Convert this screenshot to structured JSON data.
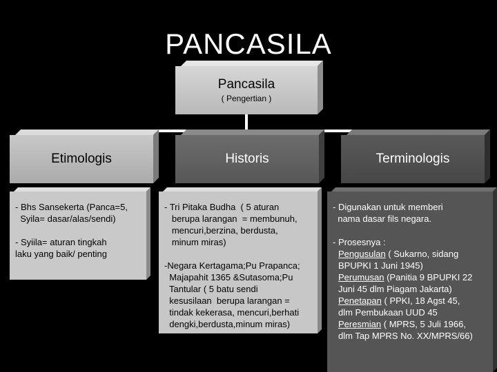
{
  "title": "PANCASILA",
  "root": {
    "label": "Pancasila",
    "sublabel": "( Pengertian )"
  },
  "categories": [
    {
      "label": "Etimologis"
    },
    {
      "label": "Historis"
    },
    {
      "label": "Terminologis"
    }
  ],
  "etimologis": {
    "l1": "- Bhs Sansekerta (Panca=5,",
    "l2": "  Syila= dasar/alas/sendi)",
    "l3": "- Syiila= aturan tingkah",
    "l4": "laku yang baik/ penting"
  },
  "historis": {
    "l1": "- Tri Pitaka Budha  ( 5 aturan",
    "l2": "   berupa larangan  = membunuh,",
    "l3": "   mencuri,berzina, berdusta,",
    "l4": "   minum miras)",
    "l5": "-Negara Kertagama;Pu Prapanca;",
    "l6": "  Majapahit 1365 &Sutasoma;Pu",
    "l7": "  Tantular ( 5 batu sendi",
    "l8": "  kesusilaan  berupa larangan =",
    "l9": "  tindak kekerasa, mencuri,berhati",
    "l10": "  dengki,berdusta,minum miras)"
  },
  "terminologis": {
    "l1": "- Digunakan untuk memberi",
    "l2": "  nama dasar fils negara.",
    "l3": "- Prosesnya :",
    "i1_term": "Pengusulan",
    "i1_rest": " ( Sukarno, sidang",
    "i1_l2": "BPUPKI 1 Juni 1945)",
    "i2_term": "Perumusan",
    "i2_rest": " (Panitia 9 BPUPKI 22",
    "i2_l2": "Juni 45 dlm Piagam Jakarta)",
    "i3_term": "Penetapan",
    "i3_rest": " ( PPKI, 18 Agst 45,",
    "i3_l2": "dlm Pembukaan UUD 45",
    "i4_term": "Peresmian",
    "i4_rest": " ( MPRS, 5 Juli 1966,",
    "i4_l2": "dlm Tap MPRS No. XX/MPRS/66)"
  }
}
